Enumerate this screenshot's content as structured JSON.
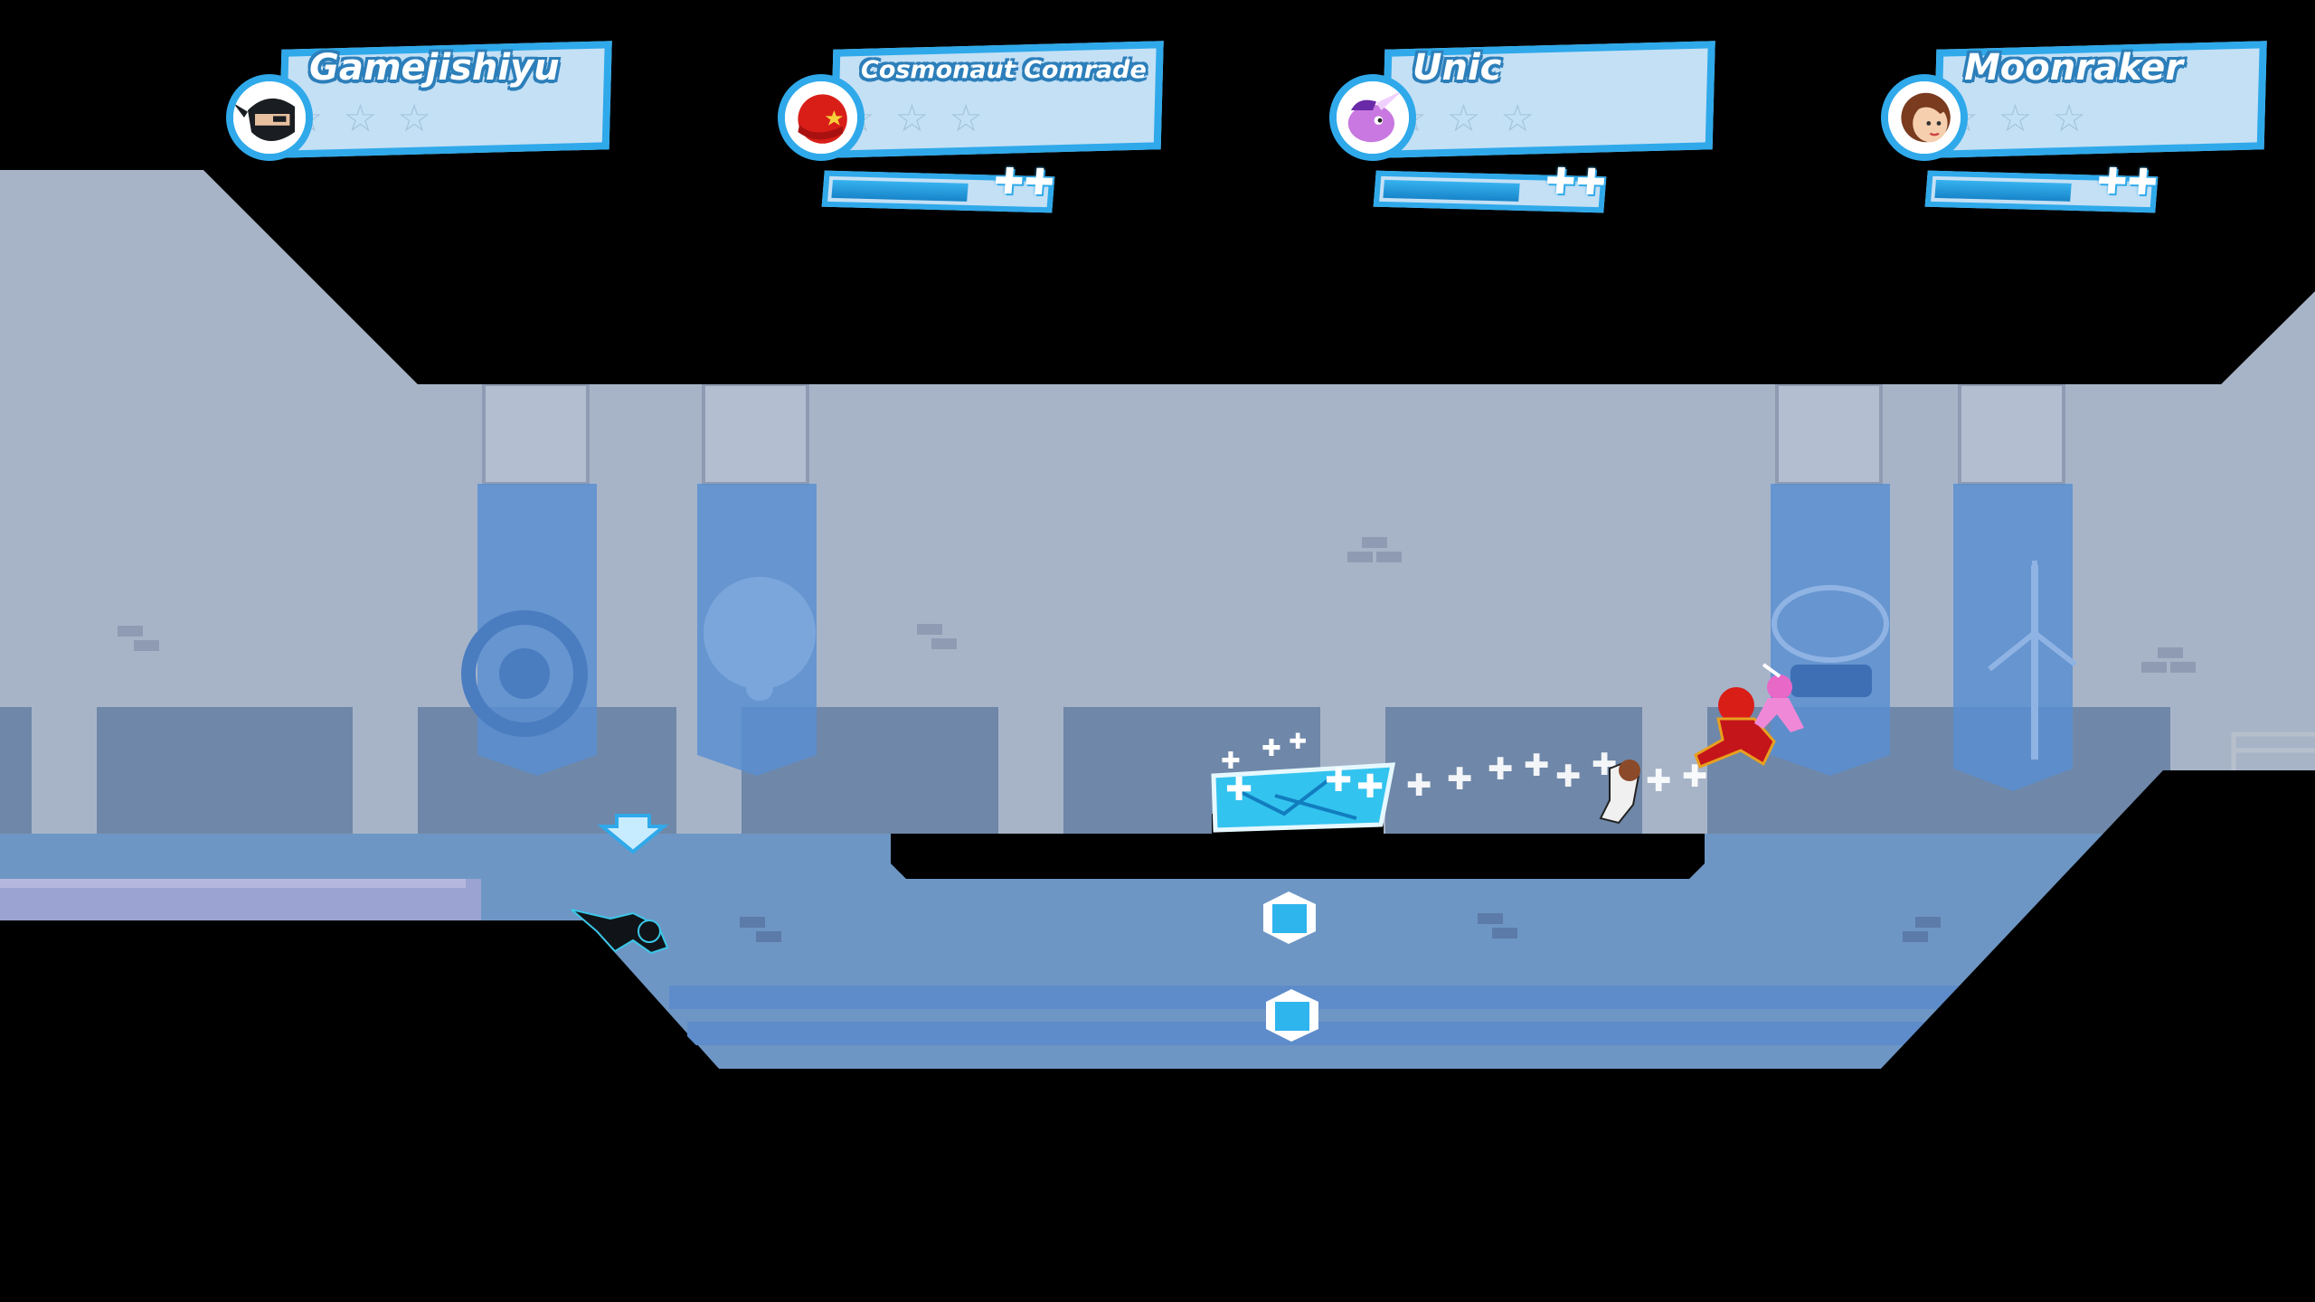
{
  "hud": {
    "players": [
      {
        "name": "Gamejishiyu",
        "avatar": "ninja-mask-icon",
        "has_boost_meter": false
      },
      {
        "name": "Cosmonaut Comrade",
        "avatar": "cosmonaut-helmet-icon",
        "has_boost_meter": true,
        "boost_level": 0.62
      },
      {
        "name": "Unic",
        "avatar": "unicorn-icon",
        "has_boost_meter": true,
        "boost_level": 0.62
      },
      {
        "name": "Moonraker",
        "avatar": "woman-portrait-icon",
        "has_boost_meter": true,
        "boost_level": 0.62
      }
    ]
  },
  "level": {
    "background_color": "#a7b4c8",
    "water_color": "#6e96c4",
    "banner_color": "#5b8fd1",
    "platform_color": "#000000",
    "banners": [
      "cog-emblem-icon",
      "elephant-emblem-icon",
      "robot-face-emblem-icon",
      "wind-turbine-emblem-icon"
    ],
    "objects": [
      "boost-crate-icon",
      "item-box-icon",
      "item-box-icon",
      "drop-arrow-icon"
    ]
  },
  "colors": {
    "accent": "#2fa9ea",
    "panel": "#c4e0f5",
    "boost_fill": "#1784c9"
  }
}
